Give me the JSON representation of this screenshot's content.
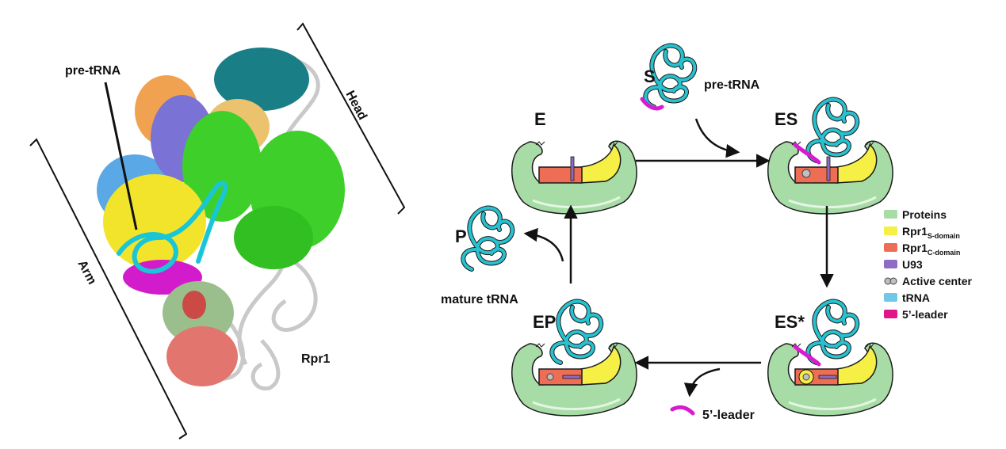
{
  "structure": {
    "label_pre_trna": "pre-tRNA",
    "label_head": "Head",
    "label_arm": "Arm",
    "label_rpr1": "Rpr1"
  },
  "cycle": {
    "state_e": "E",
    "state_es": "ES",
    "state_es_star": "ES*",
    "state_ep": "EP",
    "state_s": "S",
    "state_p": "P",
    "label_pre_trna": "pre-tRNA",
    "label_mature_trna": "mature tRNA",
    "label_5_leader": "5’-leader"
  },
  "legend": {
    "items": [
      {
        "key": "proteins",
        "text": "Proteins",
        "sub": "",
        "color": "#a8dca6"
      },
      {
        "key": "rpr1-s",
        "text": "Rpr1",
        "sub": "S-domain",
        "color": "#f5ef46"
      },
      {
        "key": "rpr1-c",
        "text": "Rpr1",
        "sub": "C-domain",
        "color": "#ee6e55"
      },
      {
        "key": "u93",
        "text": "U93",
        "sub": "",
        "color": "#8f6cc4"
      },
      {
        "key": "active-center",
        "text": "Active center",
        "sub": "",
        "color": "#888888"
      },
      {
        "key": "trna",
        "text": "tRNA",
        "sub": "",
        "color": "#6fc8e8"
      },
      {
        "key": "leader",
        "text": "5’-leader",
        "sub": "",
        "color": "#e0158a"
      }
    ]
  },
  "colors": {
    "protein": "#a8dca6",
    "s_domain": "#f5ef46",
    "c_domain": "#ee6e55",
    "u93": "#8f6cc4",
    "trna": "#27c1cf",
    "leader": "#d81bd1",
    "rna_gray": "#c9c9c9"
  }
}
